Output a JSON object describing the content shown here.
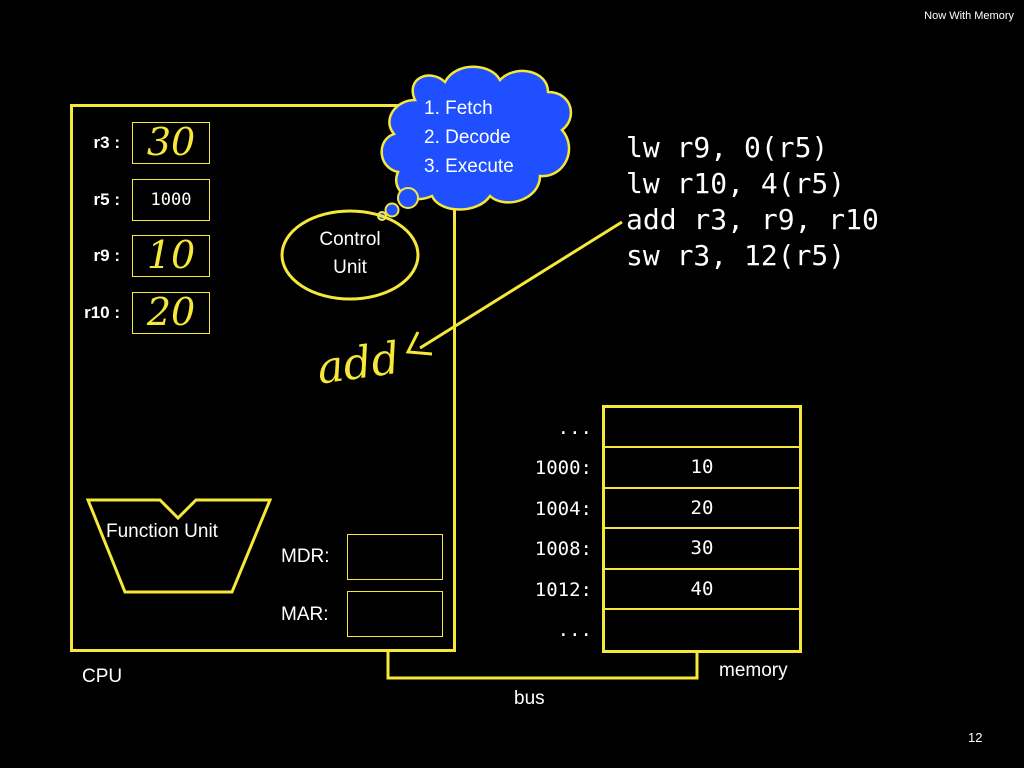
{
  "header": {
    "note": "Now With Memory"
  },
  "page_number": "12",
  "cpu": {
    "label": "CPU",
    "registers": [
      {
        "name": "r3 :",
        "value": "30",
        "style": "handwritten"
      },
      {
        "name": "r5 :",
        "value": "1000",
        "style": "typed"
      },
      {
        "name": "r9 :",
        "value": "10",
        "style": "handwritten"
      },
      {
        "name": "r10 :",
        "value": "20",
        "style": "handwritten"
      }
    ],
    "control_unit": {
      "line1": "Control",
      "line2": "Unit"
    },
    "thought_bubble": [
      "1. Fetch",
      "2. Decode",
      "3. Execute"
    ],
    "decoded_annotation": "add",
    "function_unit": "Function Unit",
    "mdr_label": "MDR:",
    "mar_label": "MAR:"
  },
  "code": [
    "lw r9, 0(r5)",
    "lw r10, 4(r5)",
    "add r3, r9, r10",
    "sw r3, 12(r5)"
  ],
  "memory": {
    "label": "memory",
    "rows": [
      {
        "address": "...",
        "value": ""
      },
      {
        "address": "1000:",
        "value": "10"
      },
      {
        "address": "1004:",
        "value": "20"
      },
      {
        "address": "1008:",
        "value": "30"
      },
      {
        "address": "1012:",
        "value": "40"
      },
      {
        "address": "...",
        "value": ""
      }
    ]
  },
  "bus": {
    "label": "bus"
  },
  "colors": {
    "accent": "#f5e83a",
    "bubble": "#1f4fff",
    "background": "#000000"
  }
}
